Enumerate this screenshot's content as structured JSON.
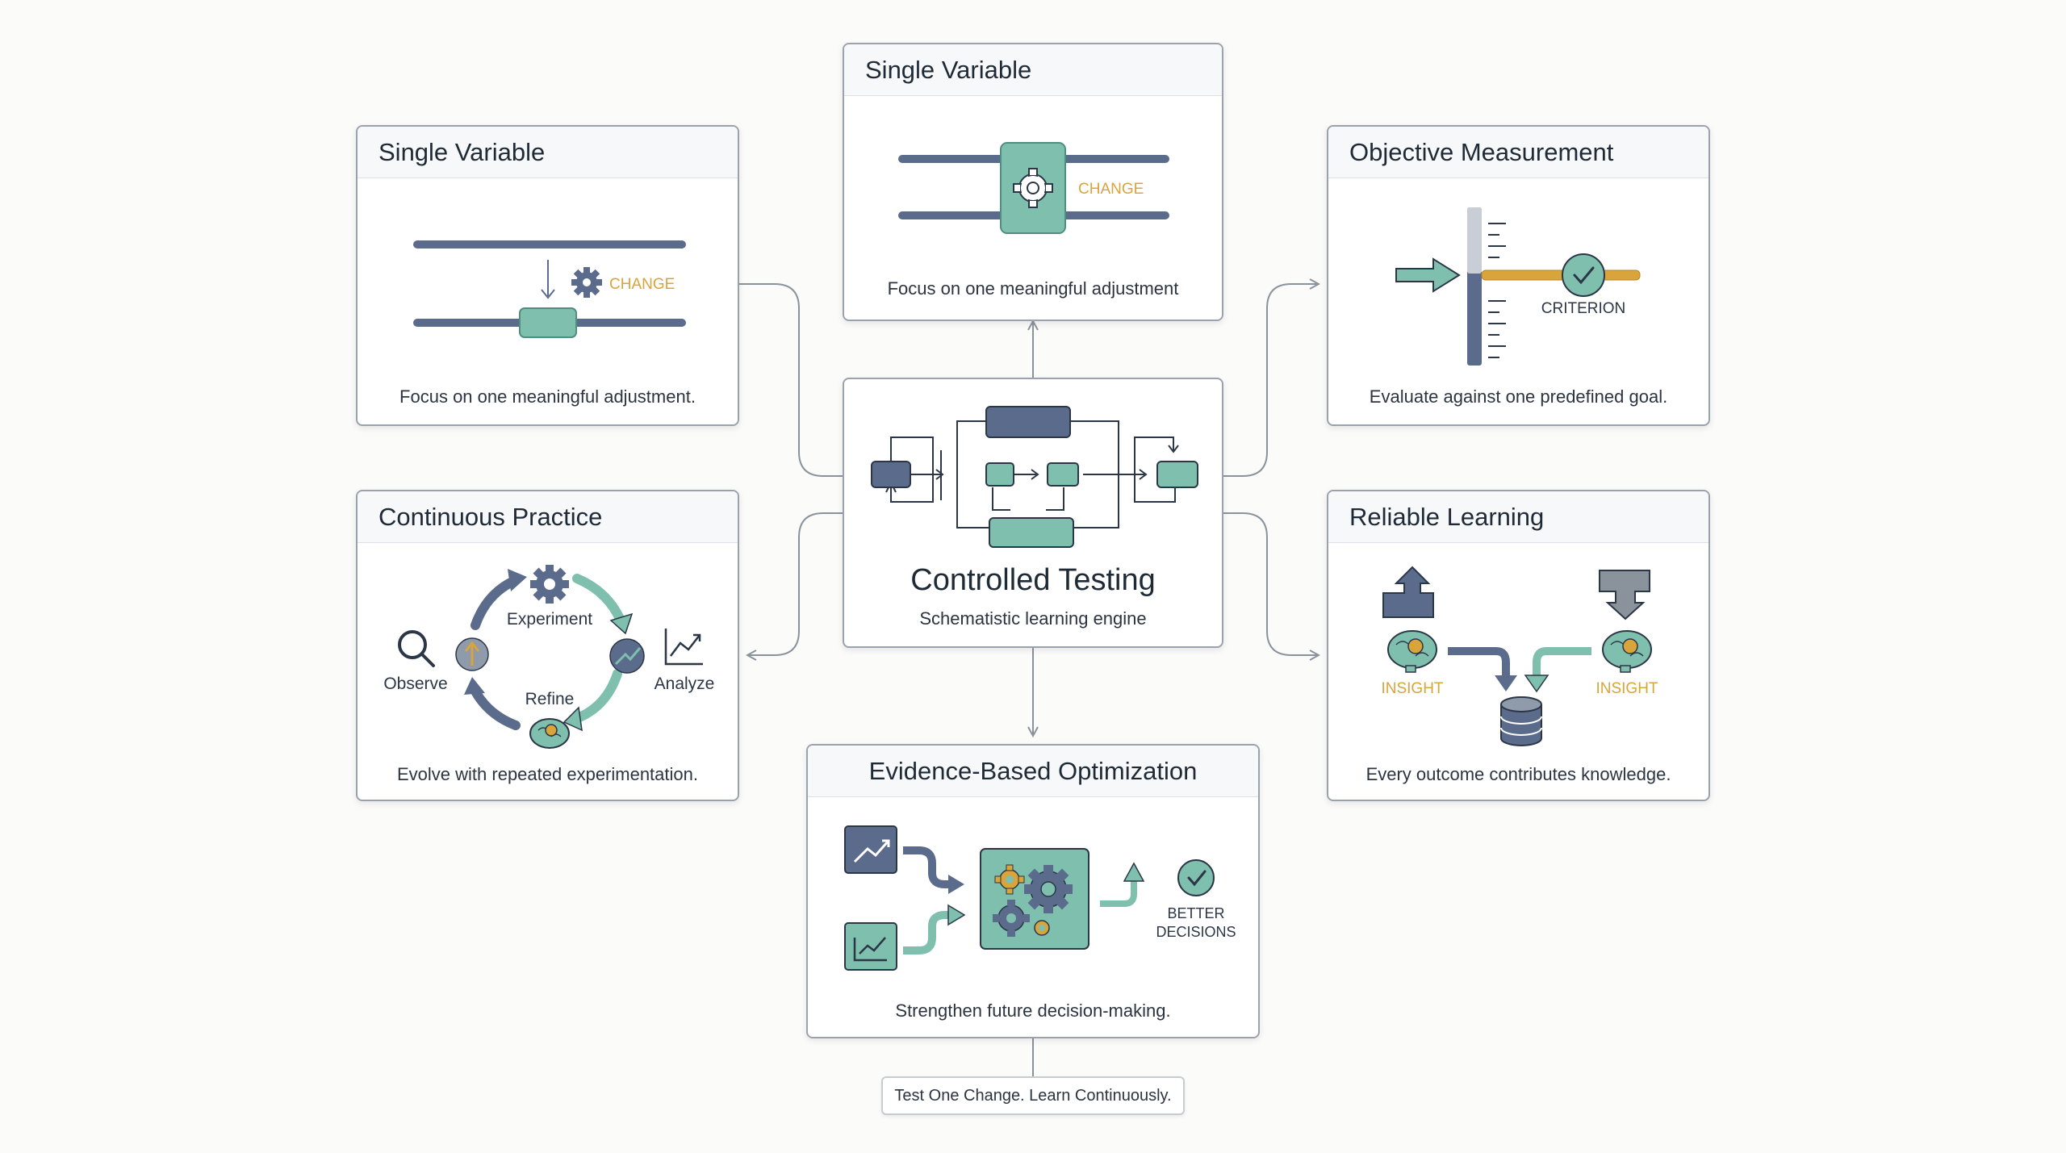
{
  "center": {
    "title": "Controlled Testing",
    "subtitle": "Schematistic learning engine"
  },
  "cards": {
    "single_variable_left": {
      "title": "Single Variable",
      "change_label": "CHANGE",
      "caption": "Focus on one meaningful adjustment."
    },
    "single_variable_top": {
      "title": "Single Variable",
      "change_label": "CHANGE",
      "caption": "Focus on one meaningful adjustment"
    },
    "objective_measurement": {
      "title": "Objective Measurement",
      "criterion_label": "CRITERION",
      "caption": "Evaluate against one predefined goal."
    },
    "continuous_practice": {
      "title": "Continuous Practice",
      "labels": {
        "experiment": "Experiment",
        "observe": "Observe",
        "refine": "Refine",
        "analyze": "Analyze"
      },
      "caption": "Evolve with repeated experimentation."
    },
    "reliable_learning": {
      "title": "Reliable Learning",
      "insight_left": "INSIGHT",
      "insight_right": "INSIGHT",
      "caption": "Every outcome contributes knowledge."
    },
    "evidence_based": {
      "title": "Evidence-Based Optimization",
      "better_line1": "BETTER",
      "better_line2": "DECISIONS",
      "caption": "Strengthen future decision-making."
    }
  },
  "tagline": "Test One Change. Learn Continuously.",
  "colors": {
    "slate": "#5b6b8c",
    "teal": "#7fbfae",
    "gold": "#d9a43a",
    "line": "#8a939c",
    "dark": "#2b3646"
  },
  "icons": [
    "gear-icon",
    "arrow-icon",
    "check-icon",
    "magnifier-icon",
    "brain-icon",
    "lightbulb-icon",
    "chart-icon",
    "database-icon"
  ]
}
